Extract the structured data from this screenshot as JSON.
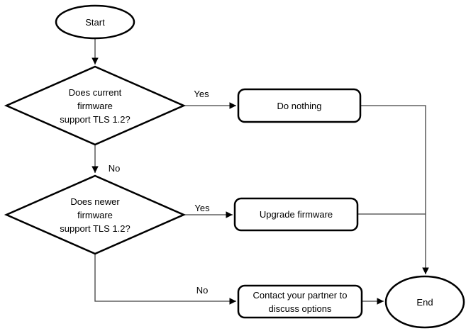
{
  "nodes": {
    "start": "Start",
    "decision_current": "Does current\nfirmware\nsupport TLS 1.2?",
    "do_nothing": "Do nothing",
    "decision_newer": "Does newer\nfirmware\nsupport TLS 1.2?",
    "upgrade_firmware": "Upgrade firmware",
    "contact_partner": "Contact your partner to\ndiscuss options",
    "end": "End"
  },
  "edge_labels": {
    "current_yes": "Yes",
    "current_no": "No",
    "newer_yes": "Yes",
    "newer_no": "No"
  },
  "colors": {
    "background": "#ffffff",
    "shape_stroke": "#000000",
    "connector_stroke": "#404040",
    "arrowhead_fill": "#000000",
    "text": "#000000"
  }
}
